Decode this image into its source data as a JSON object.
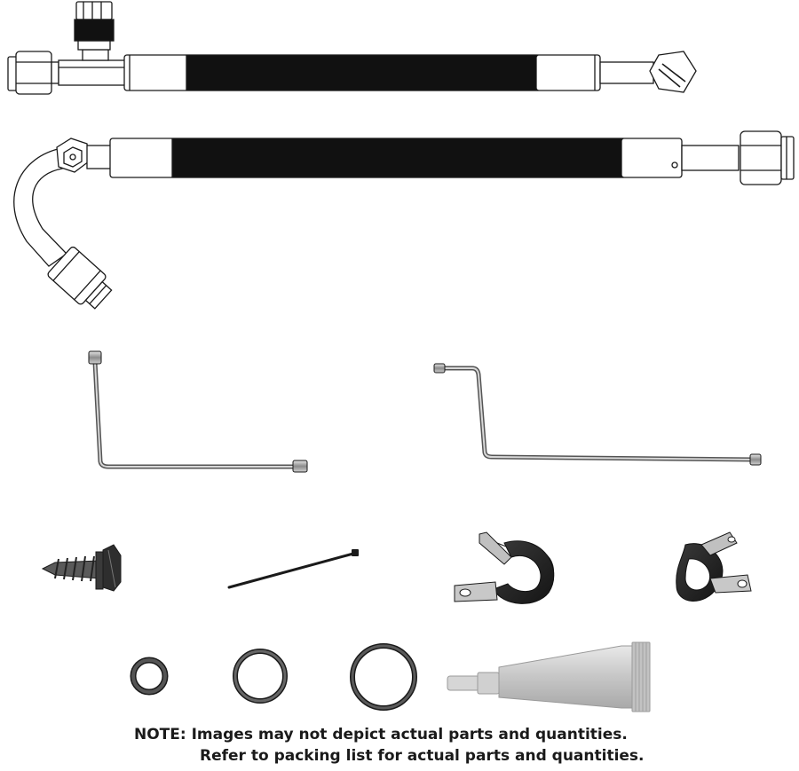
{
  "note": {
    "line1": "NOTE: Images may not depict actual parts and quantities.",
    "line2": "Refer to packing list for actual parts and quantities."
  },
  "colors": {
    "outline": "#1a1a1a",
    "hose": "#111111",
    "fitting": "#ffffff",
    "metal": "#9a9a9a",
    "rubber": "#2a2a2a",
    "tube": "#c8c8c8",
    "oring": "#555555"
  },
  "parts": [
    {
      "name": "hose-assembly-with-service-port"
    },
    {
      "name": "hose-assembly-with-bent-fitting"
    },
    {
      "name": "metal-line-short"
    },
    {
      "name": "metal-line-long"
    },
    {
      "name": "self-tapping-screw"
    },
    {
      "name": "cable-tie"
    },
    {
      "name": "rubber-p-clamp-large"
    },
    {
      "name": "rubber-p-clamp-small"
    },
    {
      "name": "o-ring-small"
    },
    {
      "name": "o-ring-medium"
    },
    {
      "name": "o-ring-large"
    },
    {
      "name": "lubricant-tube"
    }
  ]
}
